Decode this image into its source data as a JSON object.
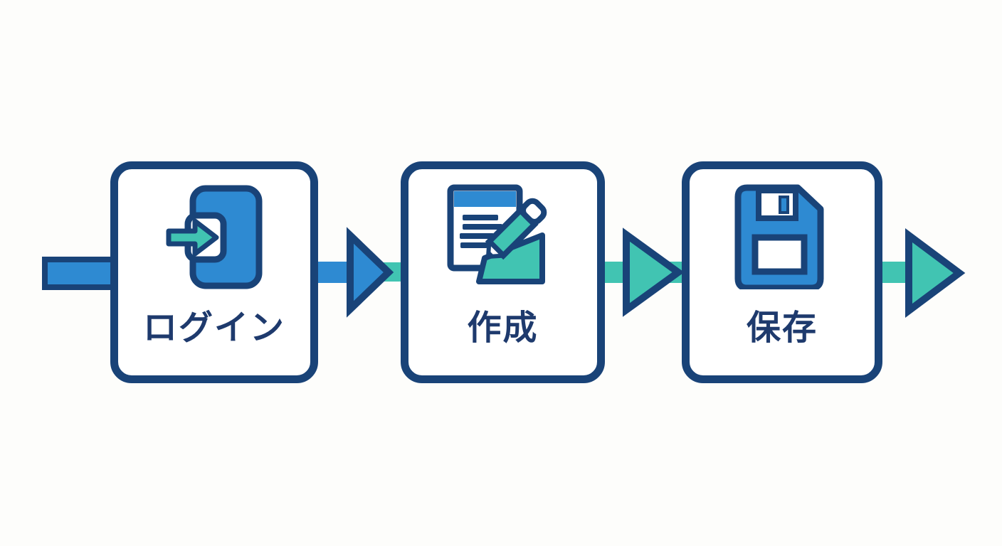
{
  "canvas": {
    "background": "#fdfdfb"
  },
  "colors": {
    "outline_navy": "#194378",
    "primary_blue": "#2e8ad2",
    "accent_teal": "#41c4b2",
    "label_navy": "#1e3a6d",
    "box_fill": "#ffffff"
  },
  "flow": {
    "type": "process-flow",
    "direction": "left-to-right",
    "steps": [
      {
        "id": "login",
        "label": "ログイン",
        "icon": "login-enter-icon"
      },
      {
        "id": "create",
        "label": "作成",
        "icon": "document-pencil-icon"
      },
      {
        "id": "save",
        "label": "保存",
        "icon": "floppy-disk-icon"
      }
    ],
    "connectors": [
      {
        "from": "start",
        "to": "login",
        "color": "#2e8ad2",
        "arrowhead": false
      },
      {
        "from": "login",
        "to": "create",
        "color": "#2e8ad2",
        "arrowhead": true
      },
      {
        "from": "create",
        "to": "save",
        "color": "#41c4b2",
        "arrowhead": true
      },
      {
        "from": "save",
        "to": "end",
        "color": "#41c4b2",
        "arrowhead": true
      }
    ]
  }
}
